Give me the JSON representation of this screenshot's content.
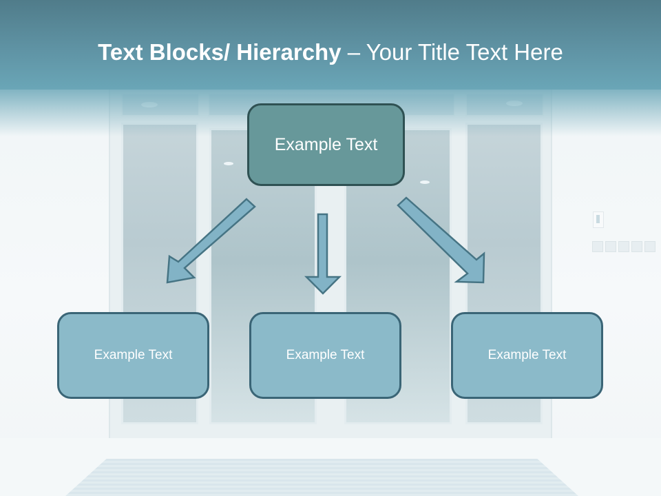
{
  "slide": {
    "title_bold": "Text Blocks/ Hierarchy",
    "title_separator": " – ",
    "title_rest": "Your Title Text Here"
  },
  "diagram": {
    "root": {
      "label": "Example Text"
    },
    "children": [
      {
        "label": "Example Text"
      },
      {
        "label": "Example Text"
      },
      {
        "label": "Example Text"
      }
    ],
    "connectors": [
      {
        "from": "root",
        "to": "child-1",
        "direction": "down-left"
      },
      {
        "from": "root",
        "to": "child-2",
        "direction": "down"
      },
      {
        "from": "root",
        "to": "child-3",
        "direction": "down-right"
      }
    ]
  },
  "colors": {
    "title_band": "#5f93a4",
    "root_fill": "#67989a",
    "root_border": "#2f5153",
    "child_fill": "#8bbac9",
    "child_border": "#3a6576",
    "arrow_fill": "#82b3c6",
    "arrow_border": "#467484",
    "text": "#ffffff"
  }
}
